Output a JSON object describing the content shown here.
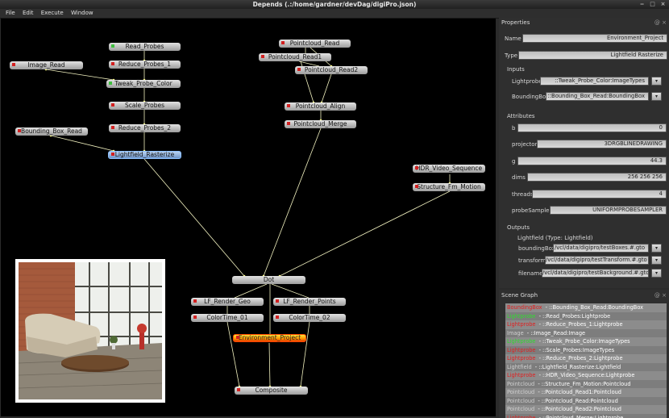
{
  "window": {
    "title": "Depends (.:/home/gardner/devDag/digiPro.json)"
  },
  "menu": [
    "File",
    "Edit",
    "Execute",
    "Window"
  ],
  "colors": {
    "dot_green": "#3fbf3f",
    "dot_red": "#d22020",
    "edge": "#ffffcc"
  },
  "nodes": [
    {
      "id": "read_probes",
      "label": "Read_Probes",
      "dot": "green"
    },
    {
      "id": "reduce_probes_1",
      "label": "Reduce_Probes_1",
      "dot": "red"
    },
    {
      "id": "image_read",
      "label": "Image_Read",
      "dot": "red"
    },
    {
      "id": "tweak_probe_color",
      "label": "Tweak_Probe_Color",
      "dot": "green"
    },
    {
      "id": "scale_probes",
      "label": "Scale_Probes",
      "dot": "red"
    },
    {
      "id": "bounding_box_read",
      "label": "Bounding_Box_Read",
      "dot": "red"
    },
    {
      "id": "reduce_probes_2",
      "label": "Reduce_Probes_2",
      "dot": "red"
    },
    {
      "id": "lightfield_rasterize",
      "label": "Lightfield_Rasterize",
      "dot": "red"
    },
    {
      "id": "pointcloud_read",
      "label": "Pointcloud_Read",
      "dot": "red"
    },
    {
      "id": "pointcloud_read1",
      "label": "Pointcloud_Read1",
      "dot": "red"
    },
    {
      "id": "pointcloud_read2",
      "label": "Pointcloud_Read2",
      "dot": "red"
    },
    {
      "id": "pointcloud_align",
      "label": "Pointcloud_Align",
      "dot": "red"
    },
    {
      "id": "pointcloud_merge",
      "label": "Pointcloud_Merge",
      "dot": "red"
    },
    {
      "id": "hdr_video_sequence",
      "label": "HDR_Video_Sequence",
      "dot": "red"
    },
    {
      "id": "structure_fm_motion",
      "label": "Structure_Fm_Motion",
      "dot": "red"
    },
    {
      "id": "dot",
      "label": "Dot",
      "dot": "none"
    },
    {
      "id": "lf_render_geo",
      "label": "LF_Render_Geo",
      "dot": "red"
    },
    {
      "id": "lf_render_points",
      "label": "LF_Render_Points",
      "dot": "red"
    },
    {
      "id": "colortime_01",
      "label": "ColorTime_01",
      "dot": "red"
    },
    {
      "id": "colortime_02",
      "label": "ColorTime_02",
      "dot": "red"
    },
    {
      "id": "environment_project",
      "label": "Environment_Project",
      "dot": "red"
    },
    {
      "id": "composite",
      "label": "Composite",
      "dot": "red"
    }
  ],
  "properties": {
    "title": "Properties",
    "title_buttons": "@ ×",
    "name_label": "Name",
    "name_value": "Environment_Project",
    "type_label": "Type",
    "type_value": "Lightfield Rasterize",
    "inputs_label": "Inputs",
    "inputs": [
      {
        "label": "Lightprobe",
        "value": "::Tweak_Probe_Color:ImageTypes"
      },
      {
        "label": "BoundingBox",
        "value": "::Bounding_Box_Read:BoundingBox"
      }
    ],
    "attributes_label": "Attributes",
    "attributes": [
      {
        "label": "b",
        "value": "0"
      },
      {
        "label": "projector",
        "value": "3DRGBLINEDRAWING"
      },
      {
        "label": "g",
        "value": "44.3"
      },
      {
        "label": "dims",
        "value": "256 256 256"
      },
      {
        "label": "threads",
        "value": "4"
      },
      {
        "label": "probeSampler",
        "value": "UNIFORMPROBESAMPLER"
      }
    ],
    "outputs_label": "Outputs",
    "output_type": "Lightfield (Type: Lightfield)",
    "outputs": [
      {
        "label": "boundingBox",
        "value": "/vcl/data/digipro/testBoxes.#.gto"
      },
      {
        "label": "transform",
        "value": "/vcl/data/digipro/testTransform.#.gto"
      },
      {
        "label": "filename",
        "value": "/vcl/data/digipro/testBackground.#.gto"
      }
    ]
  },
  "scene_graph": {
    "title": "Scene Graph",
    "title_buttons": "@ ×",
    "rows": [
      {
        "key": "BoundingBox",
        "key_color": "#e02020",
        "text": " - ::Bounding_Box_Read:BoundingBox"
      },
      {
        "key": "Lightprobe",
        "key_color": "#2fdc2f",
        "text": " - ::Read_Probes:Lightprobe"
      },
      {
        "key": "Lightprobe",
        "key_color": "#e02020",
        "text": " - ::Reduce_Probes_1:Lightprobe"
      },
      {
        "key": "Image",
        "key_color": "#d0d0d0",
        "text": " - ::Image_Read:Image"
      },
      {
        "key": "Lightprobe",
        "key_color": "#2fdc2f",
        "text": " - ::Tweak_Probe_Color:ImageTypes"
      },
      {
        "key": "Lightprobe",
        "key_color": "#e02020",
        "text": " - ::Scale_Probes:ImageTypes"
      },
      {
        "key": "Lightprobe",
        "key_color": "#e02020",
        "text": " - ::Reduce_Probes_2:Lightprobe"
      },
      {
        "key": "Lightfield",
        "key_color": "#d0d0d0",
        "text": " - ::Lightfield_Rasterize:Lightfield"
      },
      {
        "key": "Lightprobe",
        "key_color": "#e02020",
        "text": " - ::HDR_Video_Sequence:Lightprobe"
      },
      {
        "key": "Pointcloud",
        "key_color": "#d0d0d0",
        "text": " - ::Structure_Fm_Motion:Pointcloud"
      },
      {
        "key": "Pointcloud",
        "key_color": "#d0d0d0",
        "text": " - ::Pointcloud_Read1:Pointcloud"
      },
      {
        "key": "Pointcloud",
        "key_color": "#d0d0d0",
        "text": " - ::Pointcloud_Read:Pointcloud"
      },
      {
        "key": "Pointcloud",
        "key_color": "#d0d0d0",
        "text": " - ::Pointcloud_Read2:Pointcloud"
      },
      {
        "key": "Lightprobe",
        "key_color": "#e02020",
        "text": " - ::Pointcloud_Merge:Lightprobe"
      }
    ]
  }
}
